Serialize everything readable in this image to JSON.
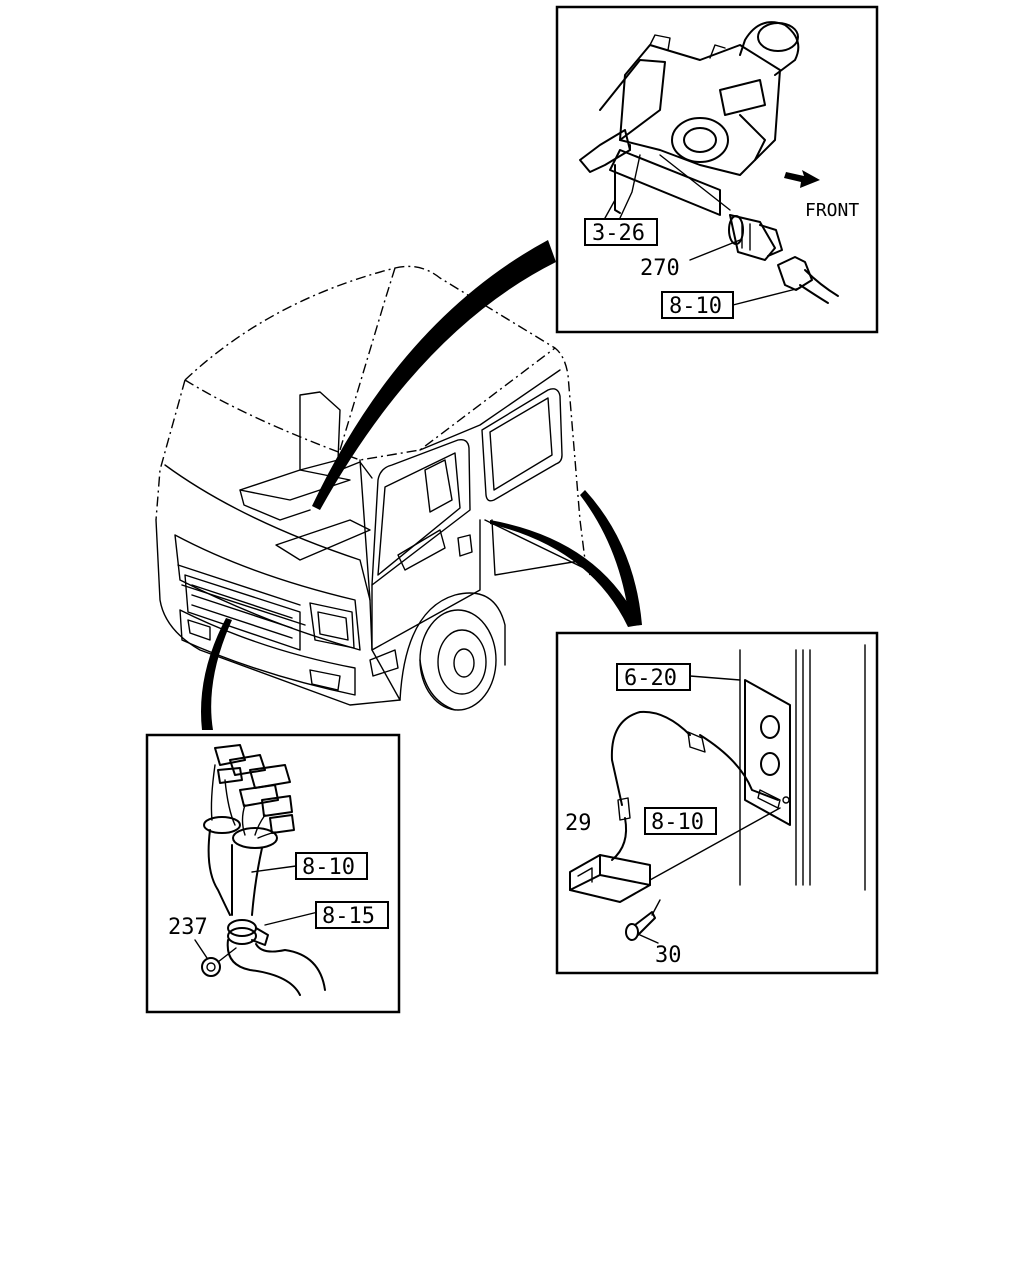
{
  "labels": {
    "ref_3_26": "3-26",
    "ref_8_10_top": "8-10",
    "ref_6_20": "6-20",
    "ref_8_10_right": "8-10",
    "ref_8_10_left": "8-10",
    "ref_8_15": "8-15"
  },
  "callouts": {
    "part_270": "270",
    "part_29": "29",
    "part_30": "30",
    "part_237": "237"
  },
  "direction": "FRONT"
}
